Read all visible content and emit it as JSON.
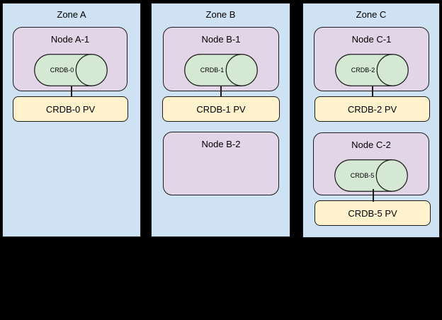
{
  "colors": {
    "background": "#000000",
    "zone_fill": "#cfe2f3",
    "node_fill": "#e1d5e7",
    "cylinder_fill": "#d5e8d4",
    "pv_fill": "#fff2cc",
    "stroke": "#1c1c1c"
  },
  "zones": [
    {
      "label": "Zone A",
      "nodes": [
        {
          "label": "Node A-1",
          "cylinder_label": "CRDB-0",
          "pv_label": "CRDB-0 PV"
        }
      ]
    },
    {
      "label": "Zone B",
      "nodes": [
        {
          "label": "Node B-1",
          "cylinder_label": "CRDB-1",
          "pv_label": "CRDB-1 PV"
        },
        {
          "label": "Node B-2"
        }
      ]
    },
    {
      "label": "Zone C",
      "nodes": [
        {
          "label": "Node C-1",
          "cylinder_label": "CRDB-2",
          "pv_label": "CRDB-2 PV"
        },
        {
          "label": "Node C-2",
          "cylinder_label": "CRDB-5",
          "pv_label": "CRDB-5 PV"
        }
      ]
    }
  ]
}
